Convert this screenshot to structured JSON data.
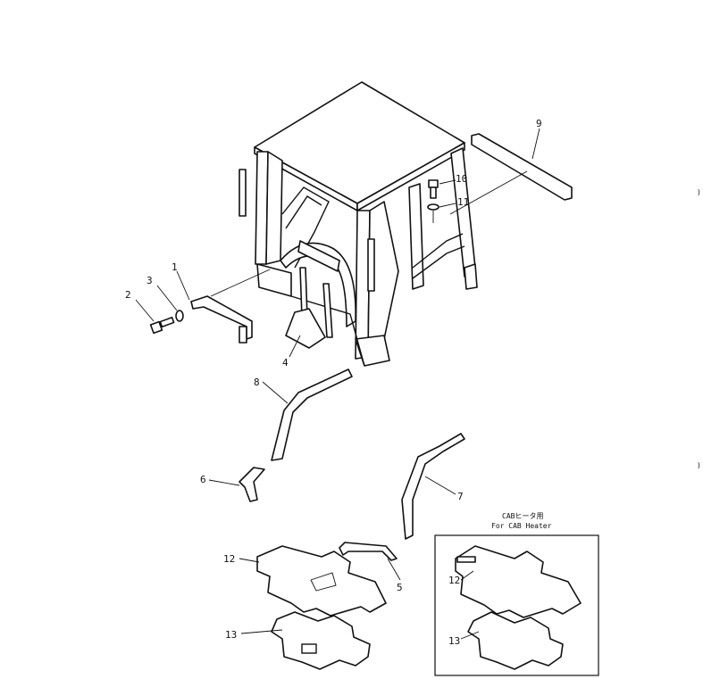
{
  "diagram": {
    "callouts": {
      "c1": "1",
      "c2": "2",
      "c3": "3",
      "c4": "4",
      "c5": "5",
      "c6": "6",
      "c7": "7",
      "c8": "8",
      "c9": "9",
      "c10": "10",
      "c11": "11",
      "c12": "12",
      "c13": "13"
    },
    "inset": {
      "title_jp": "CABヒータ用",
      "title_en": "For CAB Heater",
      "c12": "12",
      "c13": "13"
    }
  }
}
